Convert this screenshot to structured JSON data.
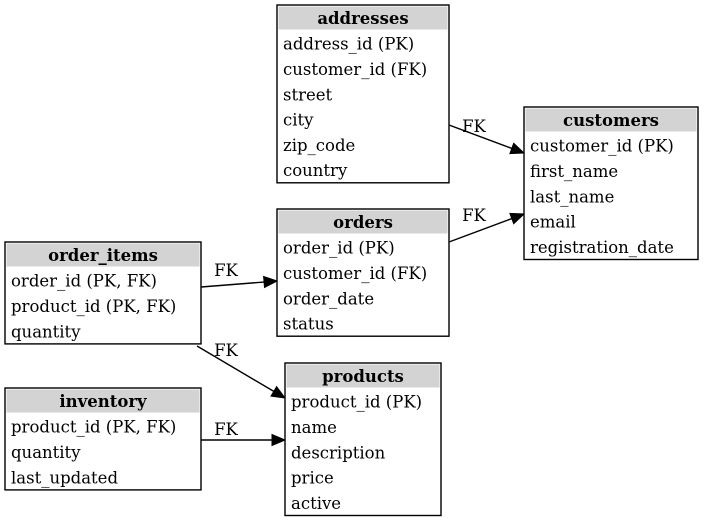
{
  "diagram": {
    "type": "entity-relationship",
    "colors": {
      "header_fill": "#d3d3d3",
      "border": "#000000",
      "background": "#ffffff"
    },
    "tables": [
      {
        "id": "addresses",
        "title": "addresses",
        "fields": [
          "address_id (PK)",
          "customer_id (FK)",
          "street",
          "city",
          "zip_code",
          "country"
        ]
      },
      {
        "id": "customers",
        "title": "customers",
        "fields": [
          "customer_id (PK)",
          "first_name",
          "last_name",
          "email",
          "registration_date"
        ]
      },
      {
        "id": "orders",
        "title": "orders",
        "fields": [
          "order_id (PK)",
          "customer_id (FK)",
          "order_date",
          "status"
        ]
      },
      {
        "id": "order_items",
        "title": "order_items",
        "fields": [
          "order_id (PK, FK)",
          "product_id (PK, FK)",
          "quantity"
        ]
      },
      {
        "id": "products",
        "title": "products",
        "fields": [
          "product_id (PK)",
          "name",
          "description",
          "price",
          "active"
        ]
      },
      {
        "id": "inventory",
        "title": "inventory",
        "fields": [
          "product_id (PK, FK)",
          "quantity",
          "last_updated"
        ]
      }
    ],
    "relationships": [
      {
        "from": "addresses",
        "to": "customers",
        "label": "FK"
      },
      {
        "from": "orders",
        "to": "customers",
        "label": "FK"
      },
      {
        "from": "order_items",
        "to": "orders",
        "label": "FK"
      },
      {
        "from": "order_items",
        "to": "products",
        "label": "FK"
      },
      {
        "from": "inventory",
        "to": "products",
        "label": "FK"
      }
    ]
  }
}
